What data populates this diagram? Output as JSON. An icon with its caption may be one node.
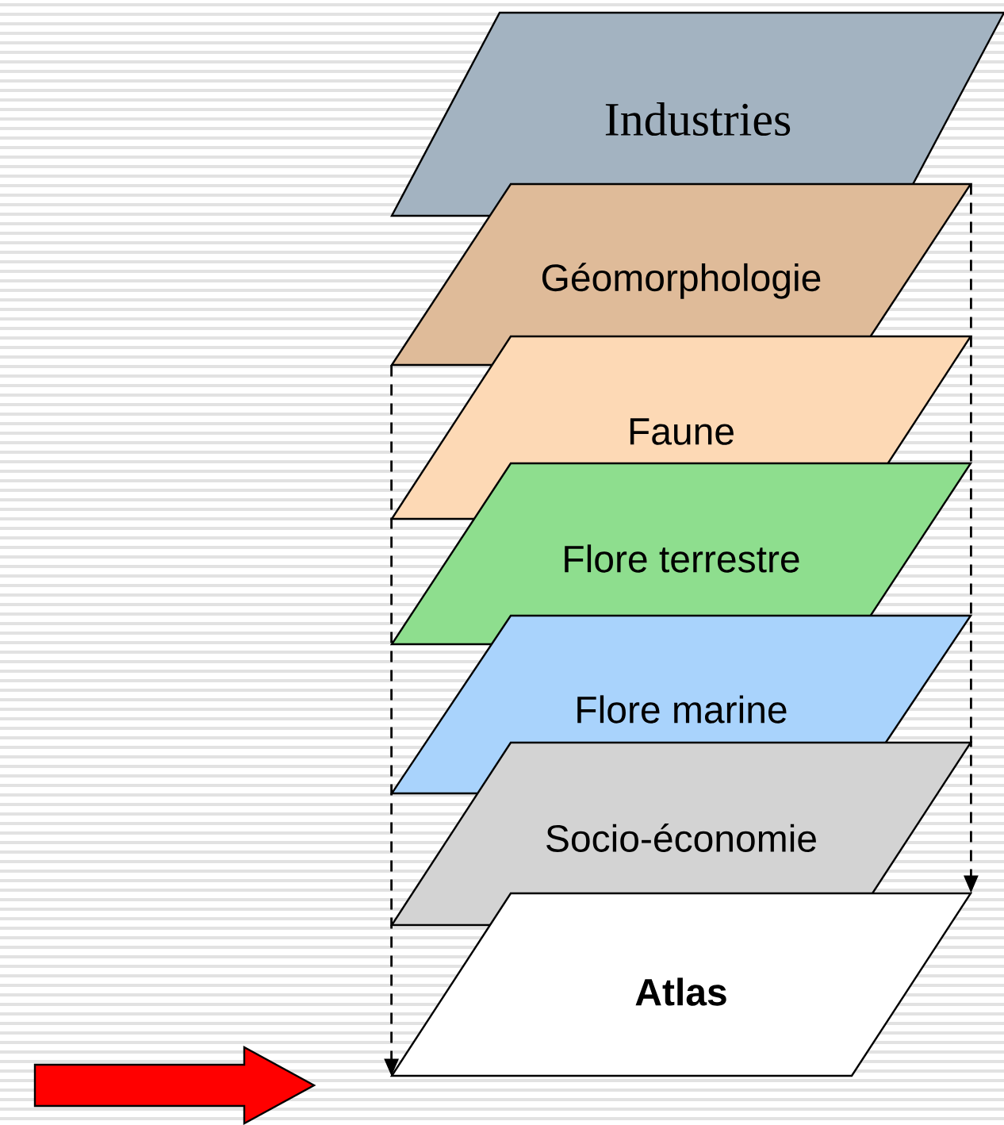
{
  "diagram": {
    "nodes": [
      {
        "text": [
          "Industries"
        ]
      },
      {
        "text": [
          "Géomorphologie"
        ]
      },
      {
        "text": [
          "Faune"
        ]
      },
      {
        "text": [
          "Flore terrestre"
        ]
      },
      {
        "text": [
          "Flore marine"
        ]
      },
      {
        "text": [
          "Socio-économie"
        ]
      },
      {
        "text": [
          "Atlas"
        ]
      }
    ],
    "edges": [
      {
        "from": 1,
        "to": 6,
        "arrow": "to",
        "style": "dashed"
      },
      {
        "from": 1,
        "to": 6,
        "arrow": "to",
        "style": "dashed"
      }
    ]
  }
}
